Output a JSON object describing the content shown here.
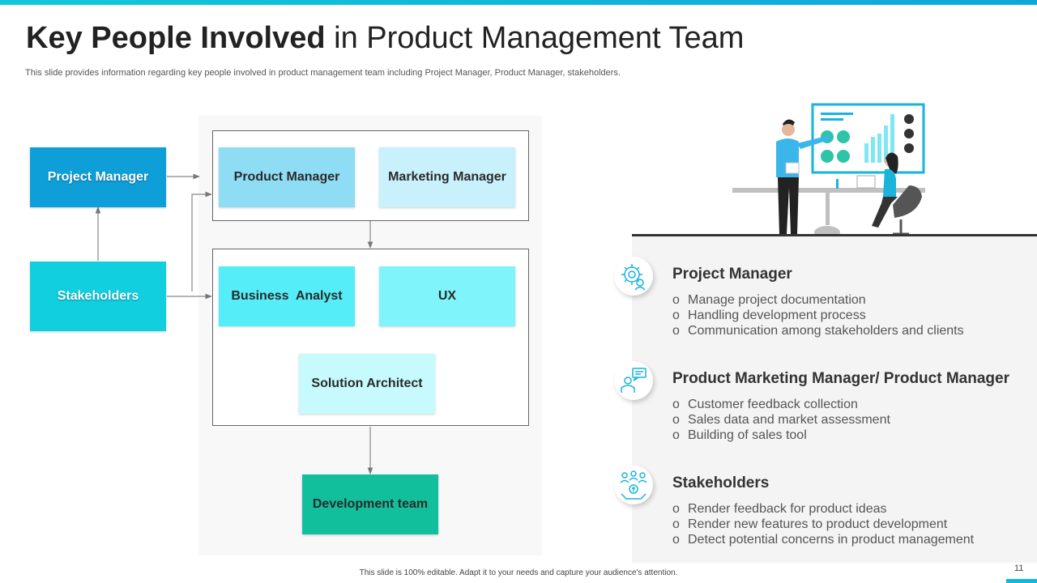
{
  "title": {
    "bold": "Key People Involved",
    "rest": " in Product Management Team"
  },
  "subtitle": "This slide provides information regarding key people involved in product management team including Project Manager, Product Manager, stakeholders.",
  "diagram": {
    "project_manager": "Project Manager",
    "stakeholders": "Stakeholders",
    "product_manager": "Product Manager",
    "marketing_manager": "Marketing Manager",
    "business_analyst": "Business  Analyst",
    "ux": "UX",
    "solution_architect": "Solution Architect",
    "development_team": "Development team"
  },
  "sections": [
    {
      "title": "Project Manager",
      "icon": "gear-user-icon",
      "items": [
        "Manage project documentation",
        "Handling development process",
        "Communication among stakeholders and clients"
      ]
    },
    {
      "title": "Product Marketing Manager/ Product Manager",
      "icon": "presenter-chat-icon",
      "items": [
        "Customer feedback collection",
        "Sales data and market assessment",
        "Building of sales tool"
      ]
    },
    {
      "title": "Stakeholders",
      "icon": "group-money-icon",
      "items": [
        "Render feedback for product ideas",
        "Render new features to product development",
        "Detect potential concerns in product management"
      ]
    }
  ],
  "colors": {
    "project_manager": "#0f9fd8",
    "stakeholders": "#12cfe0",
    "product_manager": "#8fdcf5",
    "marketing_manager": "#c9f1fb",
    "business_analyst": "#55eef8",
    "ux": "#7ff4fb",
    "solution_architect": "#c7fafd",
    "development_team": "#12bf9c"
  },
  "footer": "This slide is 100% editable. Adapt it to your needs and capture your audience's attention.",
  "page_number": "11"
}
